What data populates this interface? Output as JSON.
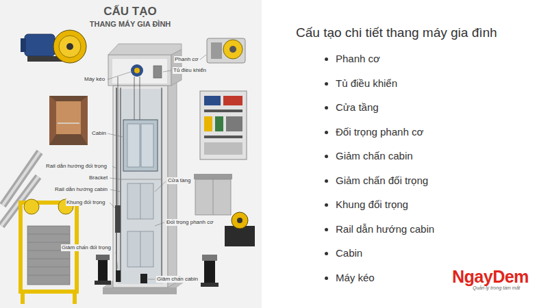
{
  "diagram": {
    "title": "Cấu tạo chi tiết thang máy gia đình",
    "nodes": [
      {
        "text": [
          "CẤU TẠO",
          "THANG MÁY GIA ĐÌNH"
        ]
      }
    ],
    "labels": [
      "Máy kéo",
      "Phanh cơ",
      "Tủ điều khiển",
      "Cabin",
      "Rail dẫn hướng đối trọng",
      "Bracket",
      "Rail dẫn hướng cabin",
      "Khung đối trọng",
      "Cửa tầng",
      "Đối trọng phanh cơ",
      "Giảm chấn đối trọng",
      "Giảm chấn cabin",
      "Phanh cơ",
      "Tủ điều khiển",
      "Cửa tầng",
      "Đối trọng phanh cơ",
      "Giảm chấn cabin",
      "Giảm chấn đối trọng",
      "Khung đối trọng",
      "Rail dẫn hướng cabin",
      "Cabin",
      "Máy kéo",
      "NgayDem",
      "Quản lý trong tầm mắt"
    ]
  }
}
